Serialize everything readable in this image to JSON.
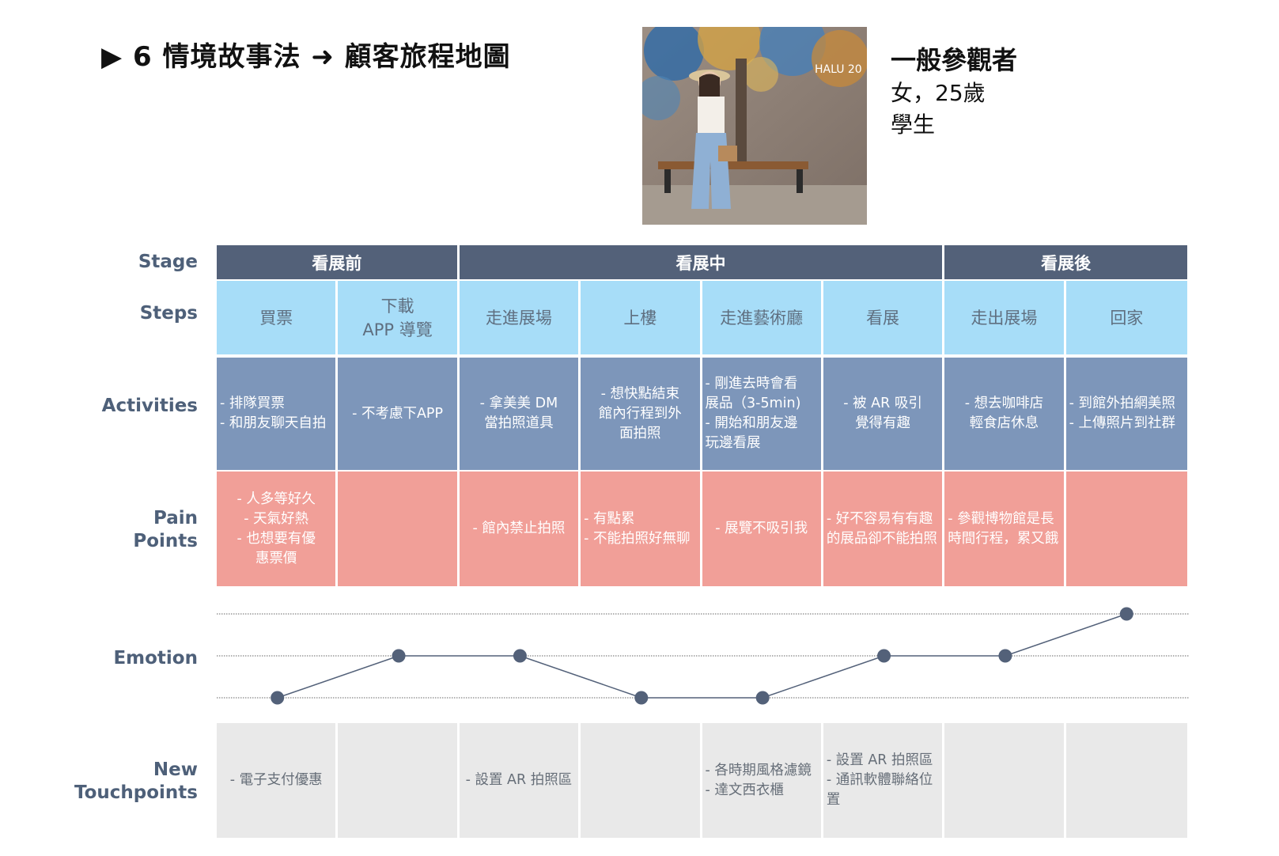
{
  "title": "▶ 6 情境故事法 ➜ 顧客旅程地圖",
  "persona": {
    "name": "一般參觀者",
    "gender_age": "女，25歲",
    "occupation": "學生",
    "photo_text": "HALU 20"
  },
  "row_labels": {
    "stage": "Stage",
    "steps": "Steps",
    "activities": "Activities",
    "pain_points": "Pain\nPoints",
    "emotion": "Emotion",
    "touchpoints": "New\nTouchpoints"
  },
  "stages": [
    {
      "label": "看展前",
      "span": 2
    },
    {
      "label": "看展中",
      "span": 4
    },
    {
      "label": "看展後",
      "span": 2
    }
  ],
  "steps": [
    "買票",
    "下載\nAPP 導覽",
    "走進展場",
    "上樓",
    "走進藝術廳",
    "看展",
    "走出展場",
    "回家"
  ],
  "activities": [
    {
      "text": "- 排隊買票\n- 和朋友聊天自拍",
      "align": "l"
    },
    {
      "text": "- 不考慮下APP",
      "align": "c"
    },
    {
      "text": "- 拿美美 DM\n當拍照道具",
      "align": "c"
    },
    {
      "text": "- 想快點結束\n館內行程到外\n面拍照",
      "align": "c"
    },
    {
      "text": "- 剛進去時會看\n展品（3-5min)\n- 開始和朋友邊\n玩邊看展",
      "align": "l"
    },
    {
      "text": "- 被 AR 吸引\n覺得有趣",
      "align": "c"
    },
    {
      "text": "- 想去咖啡店\n輕食店休息",
      "align": "c"
    },
    {
      "text": "- 到館外拍網美照\n- 上傳照片到社群",
      "align": "l"
    }
  ],
  "pain_points": [
    {
      "text": "- 人多等好久\n- 天氣好熱\n- 也想要有優\n惠票價",
      "align": "c"
    },
    {
      "text": "",
      "align": "c"
    },
    {
      "text": "- 館內禁止拍照",
      "align": "c"
    },
    {
      "text": "- 有點累\n- 不能拍照好無聊",
      "align": "l"
    },
    {
      "text": "- 展覽不吸引我",
      "align": "c"
    },
    {
      "text": "- 好不容易有有趣\n的展品卻不能拍照",
      "align": "l"
    },
    {
      "text": "- 參觀博物館是長\n時間行程，累又餓",
      "align": "l"
    },
    {
      "text": "",
      "align": "c"
    }
  ],
  "emotion": {
    "levels": [
      1,
      2,
      2,
      1,
      1,
      2,
      2,
      3
    ],
    "level_count": 3,
    "line_color": "#536179"
  },
  "touchpoints": [
    {
      "text": "- 電子支付優惠",
      "align": "c"
    },
    {
      "text": "",
      "align": "c"
    },
    {
      "text": "- 設置 AR 拍照區",
      "align": "c"
    },
    {
      "text": "",
      "align": "c"
    },
    {
      "text": "- 各時期風格濾鏡\n- 達文西衣櫃",
      "align": "l"
    },
    {
      "text": "- 設置 AR 拍照區\n- 通訊軟體聯絡位置",
      "align": "l"
    },
    {
      "text": "",
      "align": "c"
    },
    {
      "text": "",
      "align": "c"
    }
  ],
  "colors": {
    "stage": "#536179",
    "steps": "#a7ddf8",
    "activities": "#7d96ba",
    "pain_points": "#f19f98",
    "touchpoints": "#e9e9e9",
    "label_text": "#4e6079"
  }
}
